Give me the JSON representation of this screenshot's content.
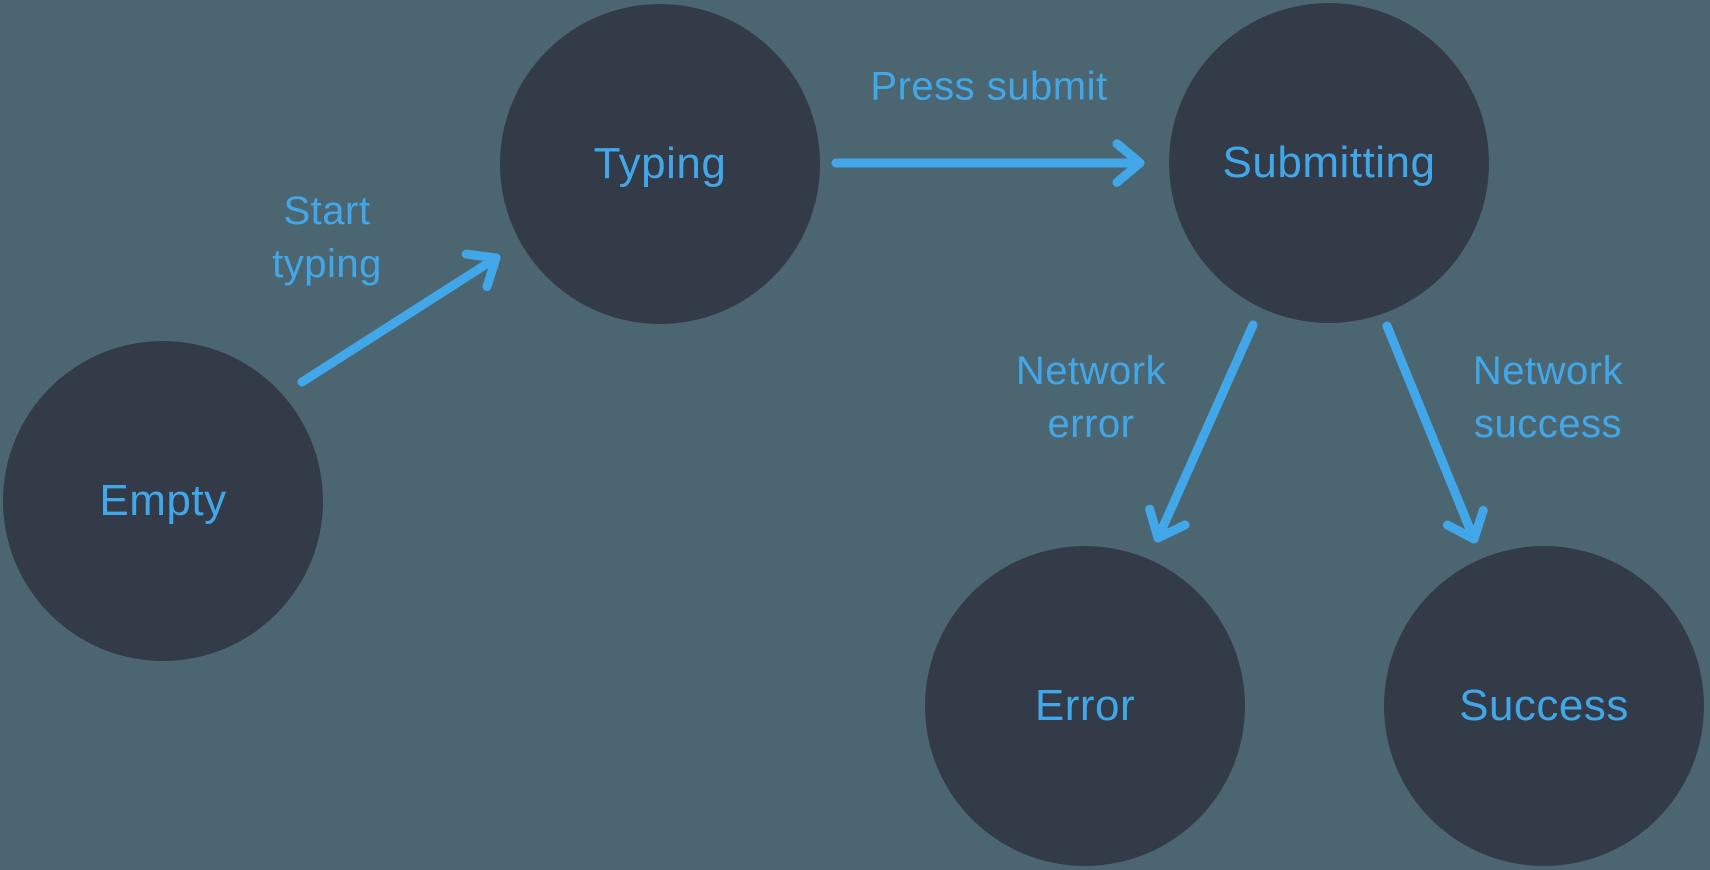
{
  "diagram_type": "state-machine",
  "colors": {
    "background": "#4b6670",
    "node_fill": "#333b48",
    "accent": "#42a7e8"
  },
  "nodes": [
    {
      "id": "empty",
      "label": "Empty"
    },
    {
      "id": "typing",
      "label": "Typing"
    },
    {
      "id": "submitting",
      "label": "Submitting"
    },
    {
      "id": "error",
      "label": "Error"
    },
    {
      "id": "success",
      "label": "Success"
    }
  ],
  "edges": [
    {
      "from": "Empty",
      "to": "Typing",
      "label_line1": "Start",
      "label_line2": "typing"
    },
    {
      "from": "Typing",
      "to": "Submitting",
      "label_line1": "Press submit",
      "label_line2": ""
    },
    {
      "from": "Submitting",
      "to": "Error",
      "label_line1": "Network",
      "label_line2": "error"
    },
    {
      "from": "Submitting",
      "to": "Success",
      "label_line1": "Network",
      "label_line2": "success"
    }
  ]
}
